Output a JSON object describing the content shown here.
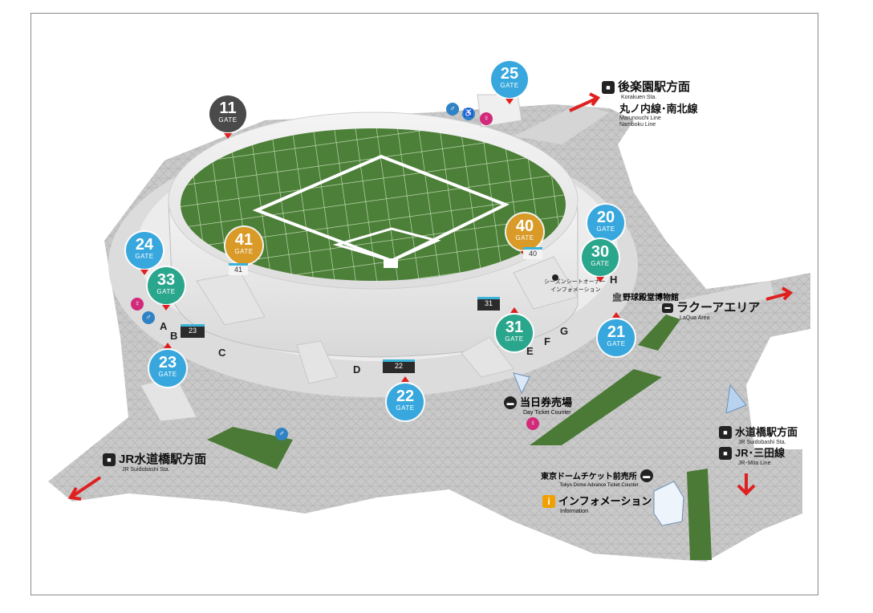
{
  "colors": {
    "gate_blue": "#37a7dd",
    "gate_teal": "#2aa68c",
    "gate_gold": "#d99a27",
    "gate_dark": "#4a4a4a",
    "arrow_red": "#e02020",
    "turf": "#4e7d3a"
  },
  "gate_word": "GATE",
  "gates": [
    {
      "num": "11",
      "color": "dark"
    },
    {
      "num": "25",
      "color": "blue"
    },
    {
      "num": "20",
      "color": "blue"
    },
    {
      "num": "40",
      "color": "gold"
    },
    {
      "num": "41",
      "color": "gold"
    },
    {
      "num": "24",
      "color": "blue"
    },
    {
      "num": "33",
      "color": "teal"
    },
    {
      "num": "30",
      "color": "teal"
    },
    {
      "num": "31",
      "color": "teal"
    },
    {
      "num": "21",
      "color": "blue"
    },
    {
      "num": "23",
      "color": "blue"
    },
    {
      "num": "22",
      "color": "blue"
    }
  ],
  "sections": [
    "A",
    "B",
    "C",
    "D",
    "E",
    "F",
    "G",
    "H"
  ],
  "plates": [
    "22",
    "23",
    "31",
    "41",
    "40"
  ],
  "stations": {
    "korakuen": {
      "main": "後楽園駅方面",
      "sub": "Korakuen Sta."
    },
    "marunouchi": {
      "main": "丸ノ内線･南北線",
      "sub1": "Marunouchi Line",
      "sub2": "Namboku Line"
    },
    "laqua": {
      "main": "ラクーアエリア",
      "sub": "LaQua  Area"
    },
    "suidobashi": {
      "main": "水道橋駅方面",
      "sub": "JR Suidobashi Sta."
    },
    "mita": {
      "main": "JR･三田線",
      "sub": "JR･Mita Line"
    },
    "jr_suidobashi": {
      "main": "JR水道橋駅方面",
      "sub": "JR Suidobashi Sta."
    }
  },
  "facilities": {
    "season_seat": {
      "main": "シーズンシートオーナー",
      "sub": "インフォメーション"
    },
    "hall_of_fame": "野球殿堂博物館",
    "day_ticket": {
      "main": "当日券売場",
      "sub": "Day Ticket Counter"
    },
    "advance_ticket": {
      "main": "東京ドームチケット前売所",
      "sub": "Tokyo Dome Advance Ticket Counter"
    },
    "information": {
      "main": "インフォメーション",
      "sub": "Information"
    }
  }
}
